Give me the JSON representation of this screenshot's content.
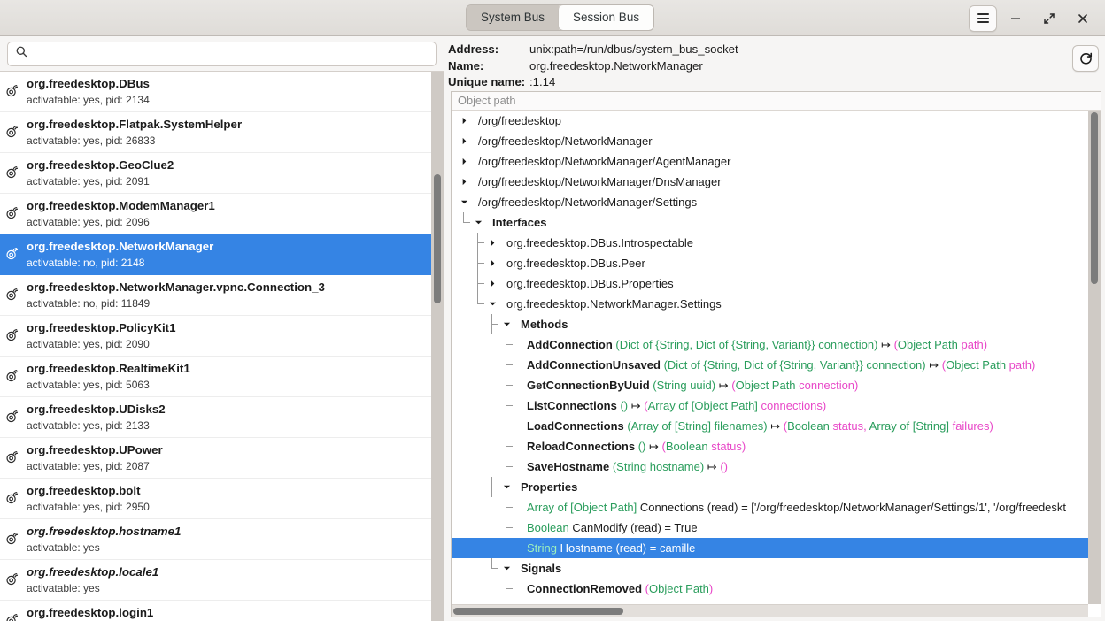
{
  "window": {
    "menu_icon": "hamburger-menu-icon",
    "minimize_icon": "minimize-icon",
    "maximize_icon": "maximize-icon",
    "close_icon": "close-icon",
    "accent_color": "#3584e4"
  },
  "bus_switcher": {
    "tabs": [
      {
        "label": "System Bus",
        "active": false
      },
      {
        "label": "Session Bus",
        "active": true
      }
    ]
  },
  "search": {
    "placeholder": "",
    "value": "",
    "icon": "search-icon"
  },
  "services": [
    {
      "name": "org.freedesktop.DBus",
      "detail": "activatable: yes, pid: 2134",
      "italic": false,
      "selected": false
    },
    {
      "name": "org.freedesktop.Flatpak.SystemHelper",
      "detail": "activatable: yes, pid: 26833",
      "italic": false,
      "selected": false
    },
    {
      "name": "org.freedesktop.GeoClue2",
      "detail": "activatable: yes, pid: 2091",
      "italic": false,
      "selected": false
    },
    {
      "name": "org.freedesktop.ModemManager1",
      "detail": "activatable: yes, pid: 2096",
      "italic": false,
      "selected": false
    },
    {
      "name": "org.freedesktop.NetworkManager",
      "detail": "activatable: no, pid: 2148",
      "italic": false,
      "selected": true
    },
    {
      "name": "org.freedesktop.NetworkManager.vpnc.Connection_3",
      "detail": "activatable: no, pid: 11849",
      "italic": false,
      "selected": false
    },
    {
      "name": "org.freedesktop.PolicyKit1",
      "detail": "activatable: yes, pid: 2090",
      "italic": false,
      "selected": false
    },
    {
      "name": "org.freedesktop.RealtimeKit1",
      "detail": "activatable: yes, pid: 5063",
      "italic": false,
      "selected": false
    },
    {
      "name": "org.freedesktop.UDisks2",
      "detail": "activatable: yes, pid: 2133",
      "italic": false,
      "selected": false
    },
    {
      "name": "org.freedesktop.UPower",
      "detail": "activatable: yes, pid: 2087",
      "italic": false,
      "selected": false
    },
    {
      "name": "org.freedesktop.bolt",
      "detail": "activatable: yes, pid: 2950",
      "italic": false,
      "selected": false
    },
    {
      "name": "org.freedesktop.hostname1",
      "detail": "activatable: yes",
      "italic": true,
      "selected": false
    },
    {
      "name": "org.freedesktop.locale1",
      "detail": "activatable: yes",
      "italic": true,
      "selected": false
    },
    {
      "name": "org.freedesktop.login1",
      "detail": "",
      "italic": false,
      "selected": false
    }
  ],
  "connection_info": {
    "address_label": "Address:",
    "address_value": "unix:path=/run/dbus/system_bus_socket",
    "name_label": "Name:",
    "name_value": "org.freedesktop.NetworkManager",
    "unique_label": "Unique name:",
    "unique_value": ":1.14",
    "refresh_icon": "refresh-icon"
  },
  "tree": {
    "column_header": "Object path",
    "rows": [
      {
        "indent": 0,
        "expander": "collapsed",
        "text": "/org/freedesktop"
      },
      {
        "indent": 0,
        "expander": "collapsed",
        "text": "/org/freedesktop/NetworkManager"
      },
      {
        "indent": 0,
        "expander": "collapsed",
        "text": "/org/freedesktop/NetworkManager/AgentManager"
      },
      {
        "indent": 0,
        "expander": "collapsed",
        "text": "/org/freedesktop/NetworkManager/DnsManager"
      },
      {
        "indent": 0,
        "expander": "expanded",
        "text": "/org/freedesktop/NetworkManager/Settings"
      },
      {
        "indent": 1,
        "expander": "expanded",
        "text": "Interfaces",
        "bold": true
      },
      {
        "indent": 2,
        "expander": "collapsed",
        "text": "org.freedesktop.DBus.Introspectable"
      },
      {
        "indent": 2,
        "expander": "collapsed",
        "text": "org.freedesktop.DBus.Peer"
      },
      {
        "indent": 2,
        "expander": "collapsed",
        "text": "org.freedesktop.DBus.Properties"
      },
      {
        "indent": 2,
        "expander": "expanded",
        "text": "org.freedesktop.NetworkManager.Settings"
      },
      {
        "indent": 3,
        "expander": "expanded",
        "text": "Methods",
        "bold": true
      },
      {
        "indent": 4,
        "expander": "leaf",
        "name": "AddConnection",
        "in": "(Dict of {String, Dict of {String, Variant}} connection)",
        "arrow": "↦",
        "out": "(Object Path path)"
      },
      {
        "indent": 4,
        "expander": "leaf",
        "name": "AddConnectionUnsaved",
        "in": "(Dict of {String, Dict of {String, Variant}} connection)",
        "arrow": "↦",
        "out": "(Object Path path)"
      },
      {
        "indent": 4,
        "expander": "leaf",
        "name": "GetConnectionByUuid",
        "in": "(String uuid)",
        "arrow": "↦",
        "out": "(Object Path connection)"
      },
      {
        "indent": 4,
        "expander": "leaf",
        "name": "ListConnections",
        "in": "()",
        "arrow": "↦",
        "out": "(Array of [Object Path] connections)"
      },
      {
        "indent": 4,
        "expander": "leaf",
        "name": "LoadConnections",
        "in": "(Array of [String] filenames)",
        "arrow": "↦",
        "out": "(Boolean status, Array of [String] failures)"
      },
      {
        "indent": 4,
        "expander": "leaf",
        "name": "ReloadConnections",
        "in": "()",
        "arrow": "↦",
        "out": "(Boolean status)"
      },
      {
        "indent": 4,
        "expander": "leaf",
        "name": "SaveHostname",
        "in": "(String hostname)",
        "arrow": "↦",
        "out": "()"
      },
      {
        "indent": 3,
        "expander": "expanded",
        "text": "Properties",
        "bold": true
      },
      {
        "indent": 4,
        "expander": "leaf",
        "type": "Array of [Object Path]",
        "text": "Connections (read) = ['/org/freedesktop/NetworkManager/Settings/1', '/org/freedeskt"
      },
      {
        "indent": 4,
        "expander": "leaf",
        "type": "Boolean",
        "text": "CanModify (read) = True"
      },
      {
        "indent": 4,
        "expander": "leaf",
        "type": "String",
        "text": "Hostname (read) = camille",
        "selected": true
      },
      {
        "indent": 3,
        "expander": "expanded",
        "text": "Signals",
        "bold": true
      },
      {
        "indent": 4,
        "expander": "leaf",
        "name": "ConnectionRemoved",
        "in": "",
        "arrow": "",
        "out": "(Object Path)"
      }
    ]
  }
}
